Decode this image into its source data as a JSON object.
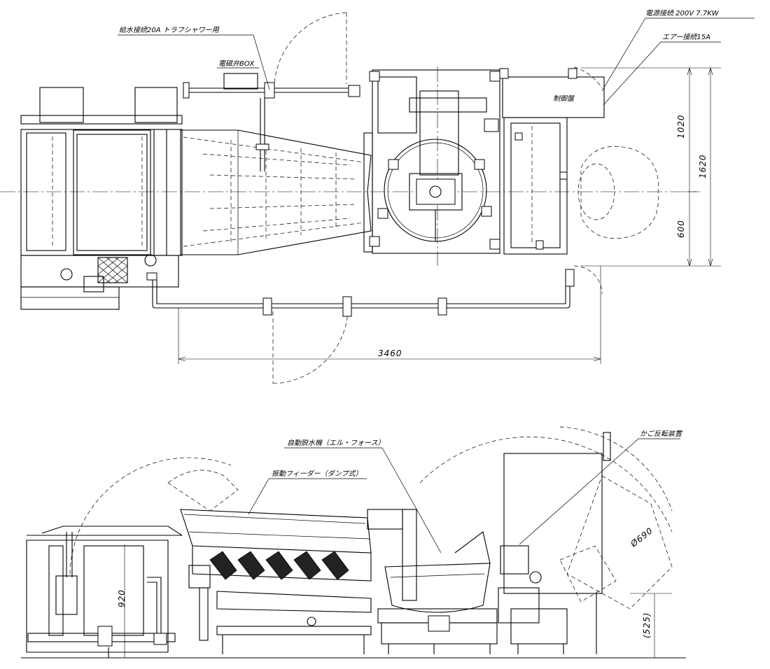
{
  "labels": {
    "power": "電源接続 200V 7.7KW",
    "air": "エアー接続15A",
    "water": "給水接続20A トラフシャワー用",
    "solenoid_box": "電磁弁BOX",
    "control_panel": "制御盤",
    "auto_dehydrator": "自動脱水機（エル・フォース）",
    "vibration_feeder": "振動フィーダー（ダンプ式）",
    "basket_inverter": "かご反転装置"
  },
  "dimensions": {
    "top_depth_upper": "1020",
    "top_depth_total": "1620",
    "top_depth_lower": "600",
    "top_length": "3460",
    "side_height": "920",
    "side_clearance": "(525)",
    "basket_dia": "Ø690"
  }
}
